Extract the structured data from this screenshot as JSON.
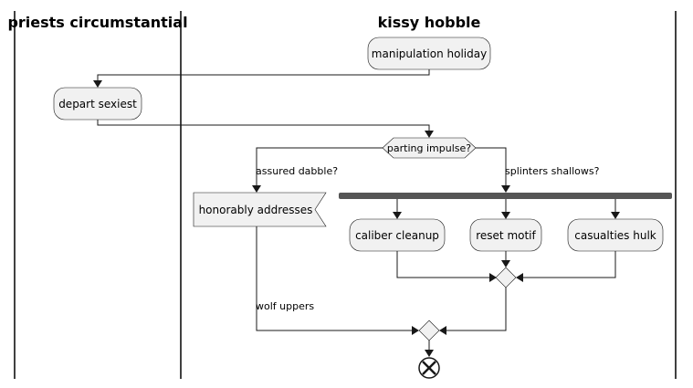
{
  "swimlanes": [
    {
      "id": "lane-priests-circumstantial",
      "title": "priests circumstantial"
    },
    {
      "id": "lane-kissy-hobble",
      "title": "kissy hobble"
    }
  ],
  "nodes": {
    "manipulation_holiday": "manipulation holiday",
    "depart_sexiest": "depart sexiest",
    "parting_impulse": "parting impulse?",
    "honorably_addresses": "honorably addresses",
    "caliber_cleanup": "caliber cleanup",
    "reset_motif": "reset motif",
    "casualties_hulk": "casualties hulk"
  },
  "edge_labels": {
    "assured_dabble": "assured dabble?",
    "splinters_shallows": "splinters shallows?",
    "wolf_uppers": "wolf uppers"
  },
  "colors": {
    "node_fill": "#F1F1F1",
    "stroke": "#181818",
    "fork_bar": "#555555"
  },
  "icons": {
    "end": "end-node-icon"
  }
}
